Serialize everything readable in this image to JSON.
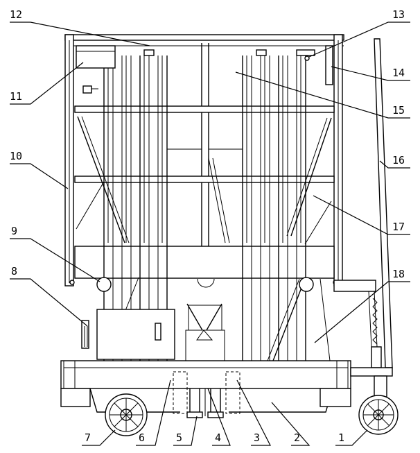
{
  "diagram": {
    "callouts": [
      {
        "id": "c1",
        "label": "1"
      },
      {
        "id": "c2",
        "label": "2"
      },
      {
        "id": "c3",
        "label": "3"
      },
      {
        "id": "c4",
        "label": "4"
      },
      {
        "id": "c5",
        "label": "5"
      },
      {
        "id": "c6",
        "label": "6"
      },
      {
        "id": "c7",
        "label": "7"
      },
      {
        "id": "c8",
        "label": "8"
      },
      {
        "id": "c9",
        "label": "9"
      },
      {
        "id": "c10",
        "label": "10"
      },
      {
        "id": "c11",
        "label": "11"
      },
      {
        "id": "c12",
        "label": "12"
      },
      {
        "id": "c13",
        "label": "13"
      },
      {
        "id": "c14",
        "label": "14"
      },
      {
        "id": "c15",
        "label": "15"
      },
      {
        "id": "c16",
        "label": "16"
      },
      {
        "id": "c17",
        "label": "17"
      },
      {
        "id": "c18",
        "label": "18"
      }
    ],
    "colors": {
      "ink": "#000000",
      "paper": "#ffffff"
    }
  }
}
